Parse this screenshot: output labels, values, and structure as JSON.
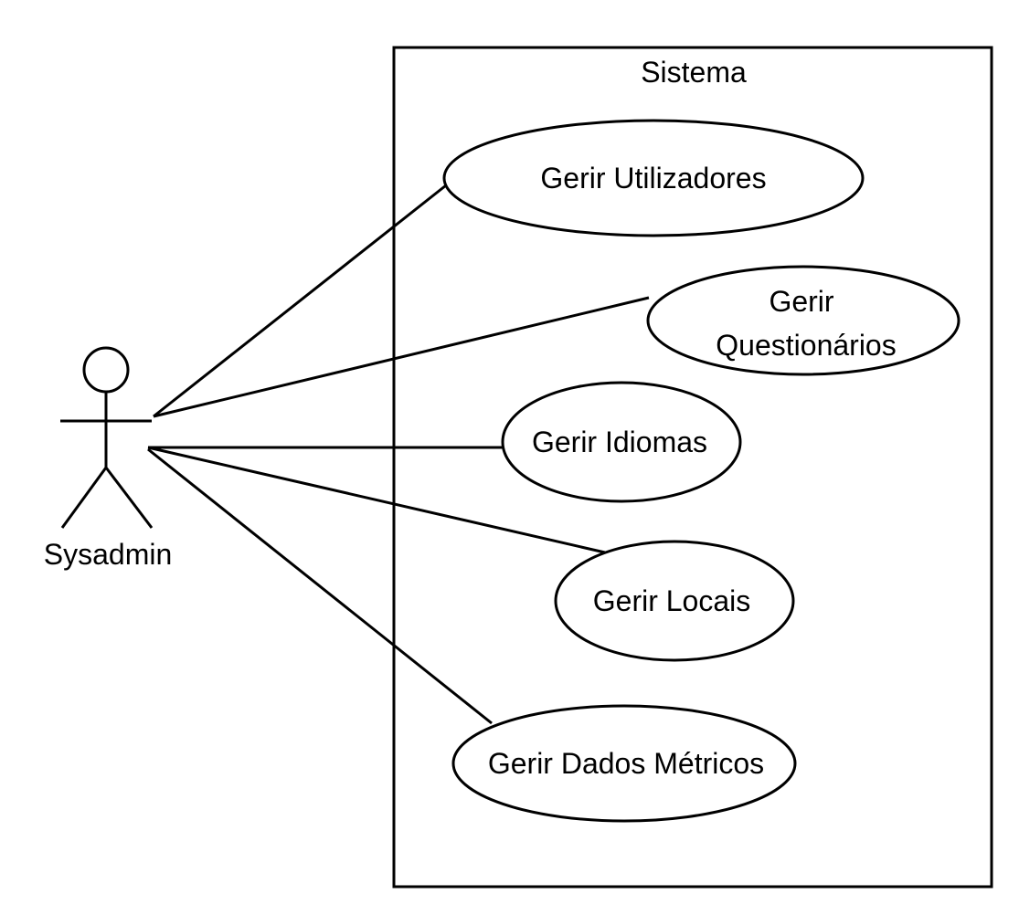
{
  "system": {
    "title": "Sistema"
  },
  "actor": {
    "name": "Sysadmin"
  },
  "use_cases": [
    {
      "id": "gerir-utilizadores",
      "lines": [
        "Gerir Utilizadores"
      ]
    },
    {
      "id": "gerir-questionarios",
      "lines": [
        "Gerir",
        "Questionários"
      ]
    },
    {
      "id": "gerir-idiomas",
      "lines": [
        "Gerir Idiomas"
      ]
    },
    {
      "id": "gerir-locais",
      "lines": [
        "Gerir Locais"
      ]
    },
    {
      "id": "gerir-dados-metricos",
      "lines": [
        "Gerir Dados Métricos"
      ]
    }
  ],
  "colors": {
    "line": "#000000",
    "background": "#ffffff"
  }
}
